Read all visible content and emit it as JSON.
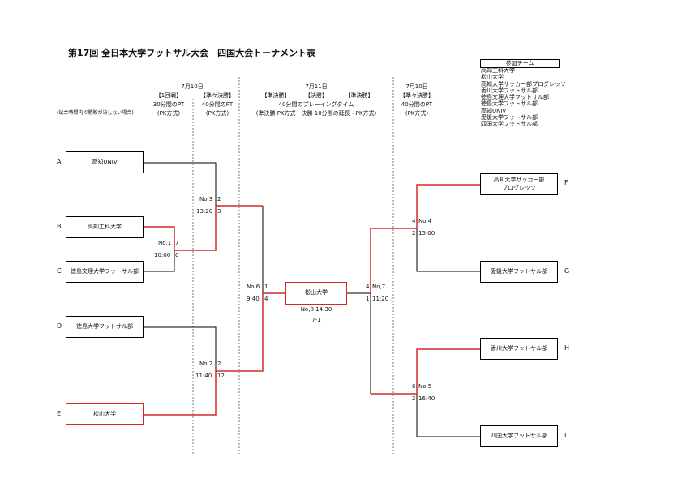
{
  "title": "第17回 全日本大学フットサル大会　四国大会トーナメント表",
  "note": "(試合時間内で勝敗が決しない場合)",
  "columns": {
    "round1": {
      "date": "7月10日",
      "name": "【1回戦】",
      "time": "30分間のPT",
      "pk": "(PK方式)"
    },
    "quarter": {
      "date": "",
      "name": "【準々決勝】",
      "time": "40分間のPT",
      "pk": "(PK方式)"
    },
    "center": {
      "date": "7月11日",
      "semi_l": "【準決勝】",
      "final": "【決勝】",
      "semi_r": "【準決勝】",
      "time": "40分間のプレーイングタイム",
      "rule": "(準決勝 PK方式　決勝 10分間の延長・PK方式)"
    },
    "right": {
      "date": "7月10日",
      "name": "【準々決勝】",
      "time": "40分間のPT",
      "pk": "(PK方式)"
    }
  },
  "participants": {
    "header": "参加チーム",
    "list": [
      "高知工科大学",
      "松山大学",
      "高知大学サッカー部プログレッソ",
      "香川大学フットサル部",
      "徳島文理大学フットサル部",
      "徳島大学フットサル部",
      "高知UNIV",
      "愛媛大学フットサル部",
      "四国大学フットサル部"
    ]
  },
  "teams": {
    "A": {
      "letter": "A",
      "name": "高知UNIV"
    },
    "B": {
      "letter": "B",
      "name": "高知工科大学"
    },
    "C": {
      "letter": "C",
      "name": "徳島文理大学フットサル部"
    },
    "D": {
      "letter": "D",
      "name": "徳島大学フットサル部"
    },
    "E": {
      "letter": "E",
      "name": "松山大学"
    },
    "F": {
      "letter": "F",
      "name_line1": "高知大学サッカー部",
      "name_line2": "プログレッソ"
    },
    "G": {
      "letter": "G",
      "name": "愛媛大学フットサル部"
    },
    "H": {
      "letter": "H",
      "name": "香川大学フットサル部"
    },
    "I": {
      "letter": "I",
      "name": "四国大学フットサル部"
    }
  },
  "matches": {
    "m1": {
      "no": "No,1",
      "time": "10:00",
      "score_top": "7",
      "score_bottom": "0"
    },
    "m3": {
      "no": "No,3",
      "time": "13:20",
      "score_top": "2",
      "score_bottom": "3"
    },
    "m2": {
      "no": "No,2",
      "time": "11:40",
      "score_top": "2",
      "score_bottom": "12"
    },
    "m6": {
      "no": "No,6",
      "time": "9:40",
      "score_top": "1",
      "score_bottom": "4"
    },
    "m4": {
      "no": "No,4",
      "time": "15:00",
      "score_top": "4",
      "score_bottom": "2"
    },
    "m5": {
      "no": "No,5",
      "time": "16:40",
      "score_top": "6",
      "score_bottom": "2"
    },
    "m7": {
      "no": "No,7",
      "time": "11:20",
      "score_top": "4",
      "score_bottom": "1"
    },
    "final": {
      "label": "No,8 14:30",
      "score": "7-1",
      "winner": "松山大学"
    }
  },
  "colors": {
    "win_line": "#d62828",
    "line": "#000000",
    "divider": "#555555"
  }
}
